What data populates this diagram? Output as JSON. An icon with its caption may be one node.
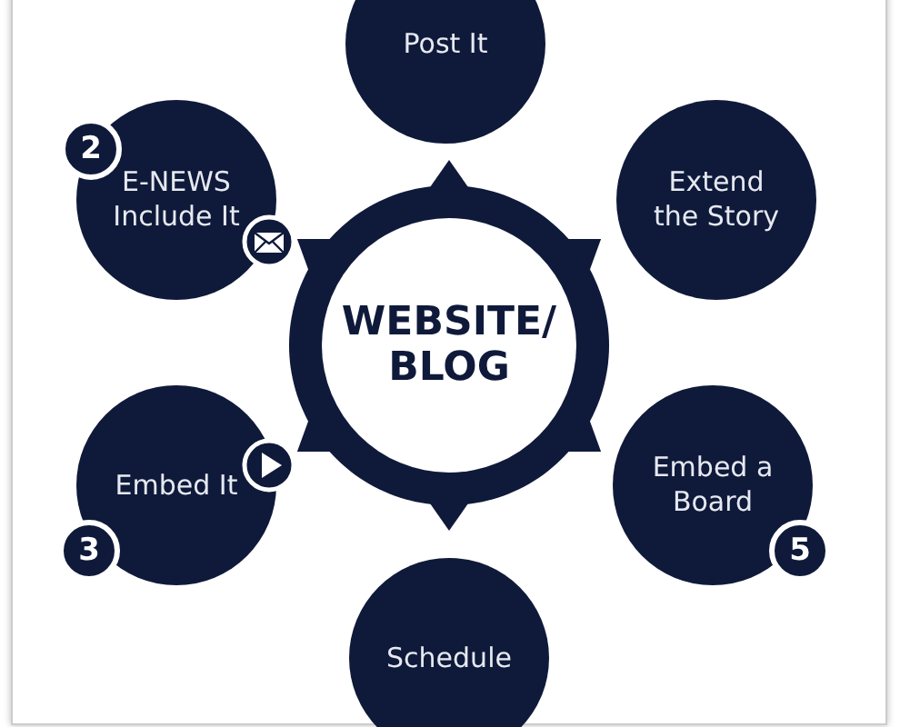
{
  "diagram": {
    "nodes": [
      {
        "text": [
          "Post It"
        ]
      },
      {
        "text": [
          "E-NEWS Include It"
        ]
      },
      {
        "text": [
          "Extend the Story"
        ]
      },
      {
        "text": [
          "WEBSITE/ BLOG"
        ]
      },
      {
        "text": [
          "Embed It"
        ]
      },
      {
        "text": [
          "Embed a Board"
        ]
      },
      {
        "text": [
          "Schedule"
        ]
      },
      {
        "text": [
          "2"
        ]
      },
      {
        "text": [
          "3"
        ]
      },
      {
        "text": [
          "5"
        ]
      }
    ]
  }
}
